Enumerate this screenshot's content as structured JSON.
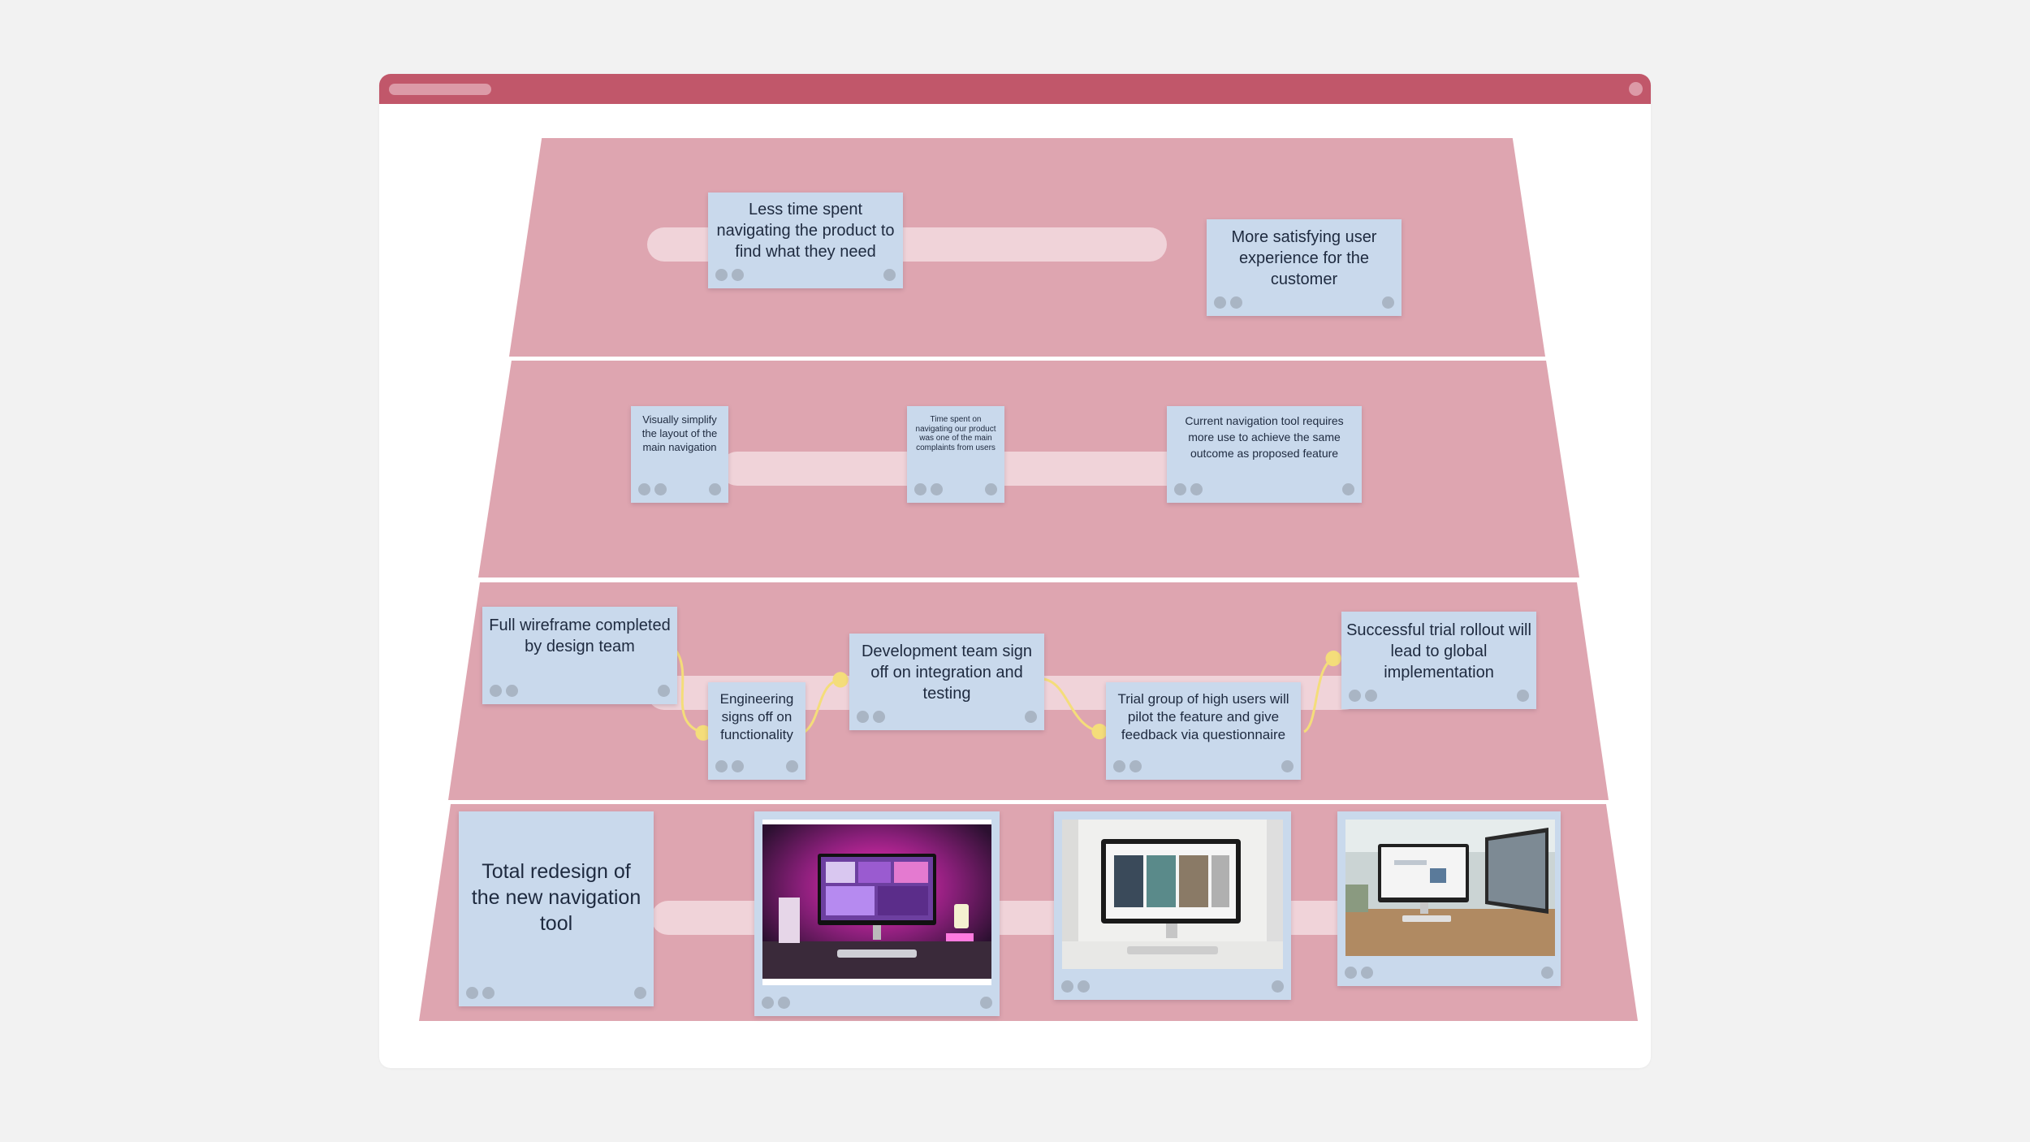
{
  "colors": {
    "page_background": "#f2f2f2",
    "title_bar": "#c1576a",
    "band_fill": "#dea5b0",
    "track_fill": "#f0d3d9",
    "note_fill": "#c9d9ec",
    "connector": "#f4dd7a"
  },
  "levels": [
    {
      "notes": [
        {
          "text": "Less time spent navigating the product to find what they need"
        },
        {
          "text": "More satisfying user experience for the customer"
        }
      ]
    },
    {
      "notes": [
        {
          "text": "Visually simplify the layout of the main navigation"
        },
        {
          "text": "Time spent on navigating our product was one of the main complaints from users"
        },
        {
          "text": "Current navigation tool requires more use to achieve the same outcome as proposed feature"
        }
      ]
    },
    {
      "notes": [
        {
          "text": "Full wireframe completed by design team"
        },
        {
          "text": "Engineering signs off on functionality"
        },
        {
          "text": "Development team sign off on integration and testing"
        },
        {
          "text": "Trial group of high users will pilot the feature and give feedback via questionnaire"
        },
        {
          "text": "Successful trial rollout will lead to global implementation"
        }
      ]
    },
    {
      "notes": [
        {
          "text": "Total redesign of the new navigation tool"
        }
      ],
      "images": [
        {
          "subject": "desktop-monitor-magenta-lighting"
        },
        {
          "subject": "desktop-monitor-white-desk"
        },
        {
          "subject": "desktop-monitor-office-workspace"
        }
      ]
    }
  ]
}
